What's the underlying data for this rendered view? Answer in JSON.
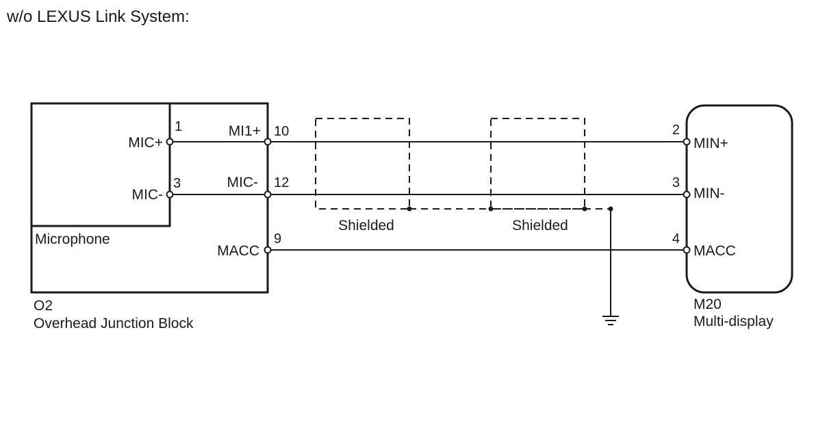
{
  "title": "w/o LEXUS Link System:",
  "microphone": {
    "label": "Microphone",
    "pins": [
      {
        "name": "MIC+",
        "number": "1"
      },
      {
        "name": "MIC-",
        "number": "3"
      }
    ]
  },
  "junction_block": {
    "code": "O2",
    "name": "Overhead Junction Block",
    "pins": [
      {
        "name": "MI1+",
        "number": "10"
      },
      {
        "name": "MIC-",
        "number": "12"
      },
      {
        "name": "MACC",
        "number": "9"
      }
    ]
  },
  "multi_display": {
    "code": "M20",
    "name": "Multi-display",
    "pins": [
      {
        "name": "MIN+",
        "number": "2"
      },
      {
        "name": "MIN-",
        "number": "3"
      },
      {
        "name": "MACC",
        "number": "4"
      }
    ]
  },
  "shields": [
    {
      "label": "Shielded"
    },
    {
      "label": "Shielded"
    }
  ]
}
